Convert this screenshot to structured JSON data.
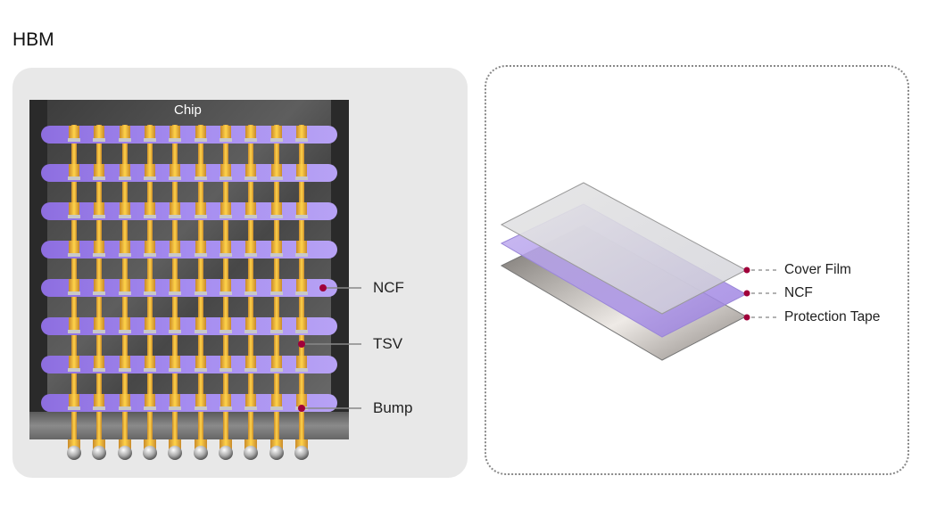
{
  "title": "HBM",
  "left_diagram": {
    "chip_label": "Chip",
    "labels": {
      "ncf": "NCF",
      "tsv": "TSV",
      "bump": "Bump"
    }
  },
  "right_diagram": {
    "labels": {
      "cover_film": "Cover Film",
      "ncf": "NCF",
      "protection_tape": "Protection Tape"
    }
  },
  "colors": {
    "ncf": "#9b7fe6",
    "tsv": "#e8a93a",
    "marker": "#a0003a"
  }
}
